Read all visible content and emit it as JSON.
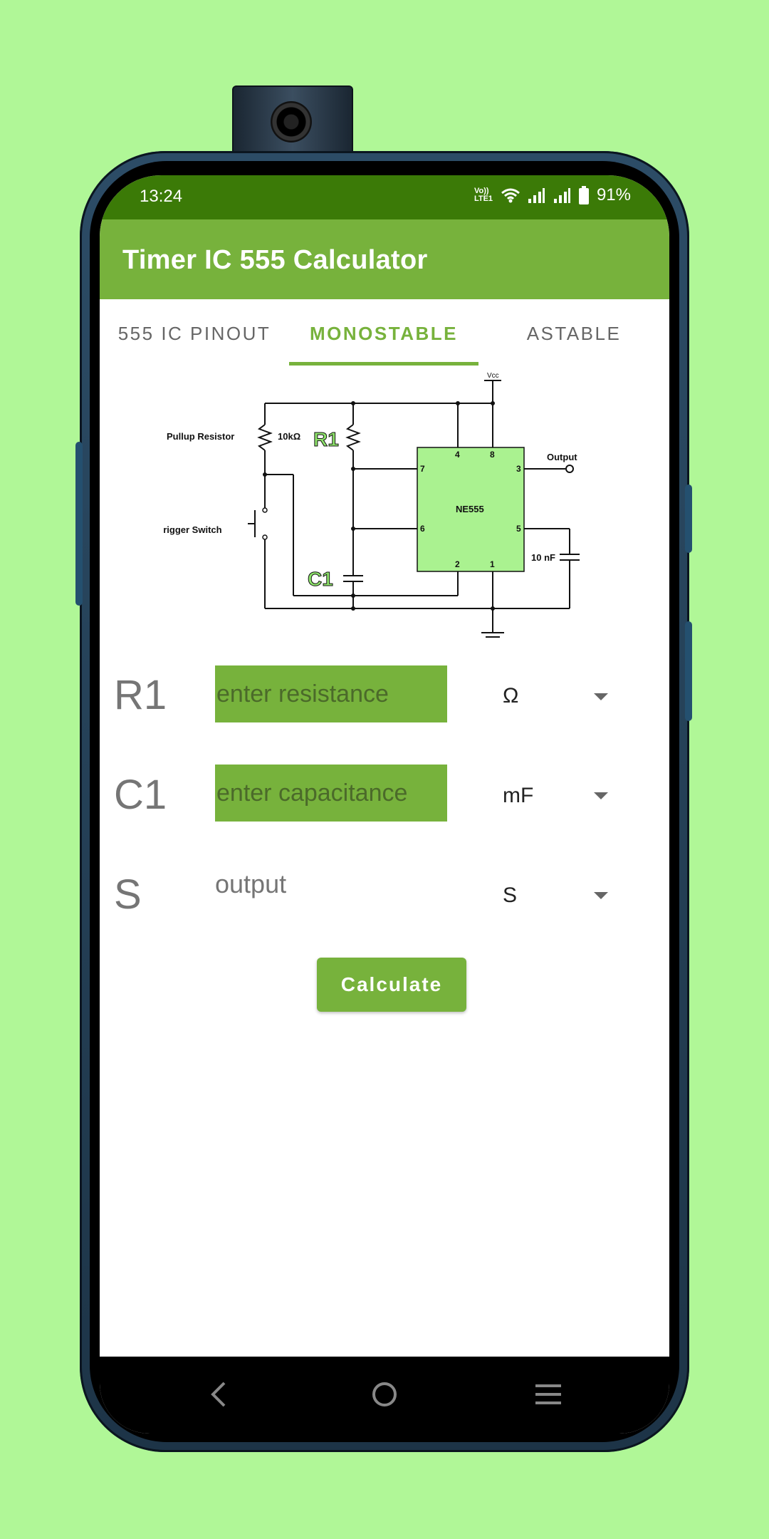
{
  "status_bar": {
    "time": "13:24",
    "volte_label": "Vo)) LTE1",
    "battery_percent": "91%"
  },
  "app_bar": {
    "title": "Timer IC 555 Calculator"
  },
  "tabs": [
    {
      "label": "555 IC PINOUT",
      "active": false
    },
    {
      "label": "MONOSTABLE",
      "active": true
    },
    {
      "label": "ASTABLE",
      "active": false
    }
  ],
  "circuit": {
    "vcc_label": "Vcc",
    "pullup_label": "Pullup Resistor",
    "pullup_value": "10kΩ",
    "r1_label": "R1",
    "c1_label": "C1",
    "trigger_label": "Trigger Switch",
    "chip_label": "NE555",
    "output_label": "Output",
    "cap_value": "10 nF",
    "pins": {
      "p4": "4",
      "p8": "8",
      "p7": "7",
      "p3": "3",
      "p6": "6",
      "p5": "5",
      "p2": "2",
      "p1": "1"
    }
  },
  "form": {
    "r1": {
      "label": "R1",
      "placeholder": "enter resistance",
      "unit": "Ω"
    },
    "c1": {
      "label": "C1",
      "placeholder": "enter capacitance",
      "unit": "mF"
    },
    "s": {
      "label": "S",
      "output": "output",
      "unit": "S"
    },
    "calculate_label": "Calculate"
  },
  "colors": {
    "accent": "#77b23c",
    "status_bar": "#3b7a07",
    "chip_fill": "#aaf290",
    "background": "#b0f797"
  },
  "nav": {
    "back_icon": "back-icon",
    "home_icon": "home-icon",
    "recents_icon": "recents-icon"
  }
}
